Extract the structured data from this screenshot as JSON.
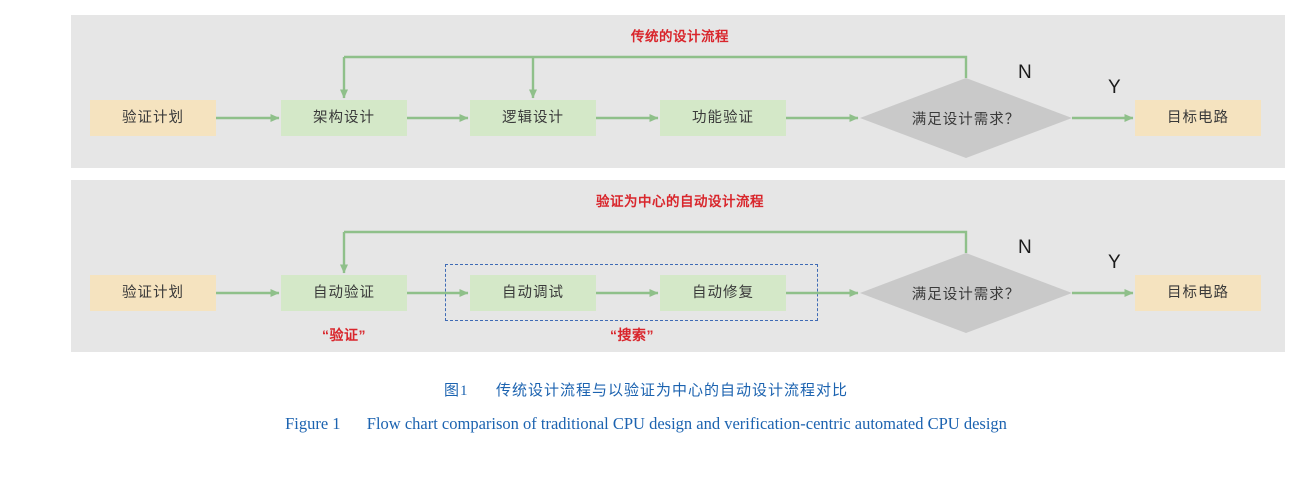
{
  "figure": {
    "caption_cn_label": "图1",
    "caption_cn_text": "传统设计流程与以验证为中心的自动设计流程对比",
    "caption_en_label": "Figure 1",
    "caption_en_text": "Flow chart comparison of traditional CPU design and verification-centric automated CPU design",
    "colors": {
      "panel_background": "#e6e6e6",
      "page_background": "#ffffff",
      "terminal_node": "#f5e3bf",
      "process_node": "#d4e8c8",
      "decision_node": "#c9c9c9",
      "arrow_green": "#8fc08a",
      "title_red": "#d9262c",
      "dashed_blue": "#3f6bb5",
      "caption_blue": "#1c63b0"
    }
  },
  "panels": [
    {
      "id": "traditional",
      "title": "传统的设计流程",
      "nodes": [
        {
          "name": "verification-plan",
          "label": "验证计划",
          "type": "terminal"
        },
        {
          "name": "architecture-design",
          "label": "架构设计",
          "type": "process"
        },
        {
          "name": "logic-design",
          "label": "逻辑设计",
          "type": "process"
        },
        {
          "name": "function-verification",
          "label": "功能验证",
          "type": "process"
        },
        {
          "name": "design-requirement-decision",
          "label": "满足设计需求？",
          "type": "decision"
        },
        {
          "name": "target-circuit",
          "label": "目标电路",
          "type": "terminal"
        }
      ],
      "branch_labels": {
        "no": "N",
        "yes": "Y"
      }
    },
    {
      "id": "automated",
      "title": "验证为中心的自动设计流程",
      "nodes": [
        {
          "name": "verification-plan",
          "label": "验证计划",
          "type": "terminal"
        },
        {
          "name": "auto-verification",
          "label": "自动验证",
          "type": "process"
        },
        {
          "name": "auto-debug",
          "label": "自动调试",
          "type": "process"
        },
        {
          "name": "auto-repair",
          "label": "自动修复",
          "type": "process"
        },
        {
          "name": "design-requirement-decision",
          "label": "满足设计需求？",
          "type": "decision"
        },
        {
          "name": "target-circuit",
          "label": "目标电路",
          "type": "terminal"
        }
      ],
      "branch_labels": {
        "no": "N",
        "yes": "Y"
      },
      "annotations": [
        {
          "name": "verification-annotation",
          "label": "“验证”"
        },
        {
          "name": "search-annotation",
          "label": "“搜索”"
        }
      ],
      "grouping_box": {
        "name": "search-group-box",
        "label": "“搜索”"
      }
    }
  ]
}
